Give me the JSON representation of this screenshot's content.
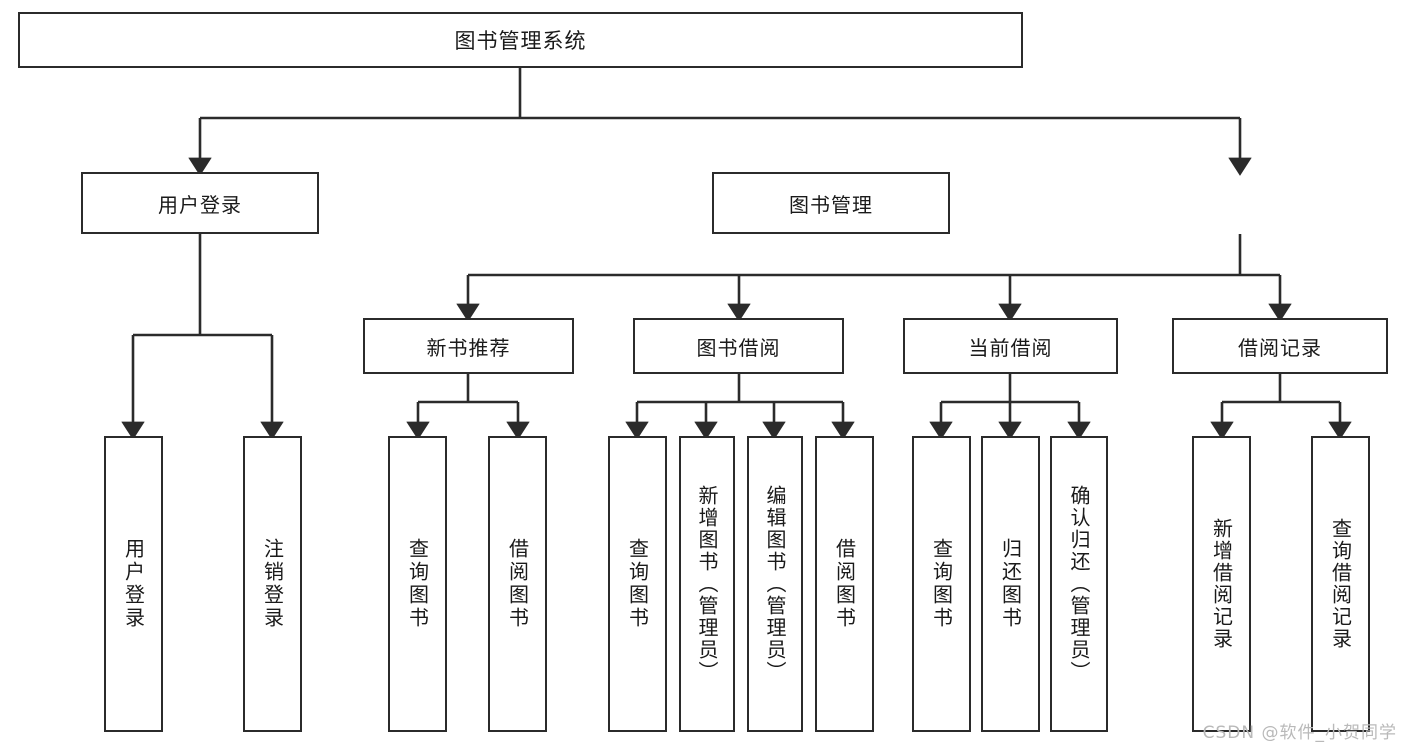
{
  "diagram": {
    "title": "图书管理系统",
    "watermark": "CSDN @软件_小贺同学",
    "colors": {
      "box_border": "#2b2b2b",
      "box_fill": "#ffffff",
      "edge": "#2b2b2b",
      "text": "#1a1a1a",
      "watermark": "#b9b9b9"
    },
    "root": {
      "label": "图书管理系统"
    },
    "level1": [
      {
        "label": "用户登录"
      },
      {
        "label": "图书管理"
      }
    ],
    "level2": [
      {
        "label": "新书推荐"
      },
      {
        "label": "图书借阅"
      },
      {
        "label": "当前借阅"
      },
      {
        "label": "借阅记录"
      }
    ],
    "leaves": {
      "user_login": [
        {
          "label": "用户登录"
        },
        {
          "label": "注销登录"
        }
      ],
      "new_book_recommend": [
        {
          "label": "查询图书"
        },
        {
          "label": "借阅图书"
        }
      ],
      "book_borrow": [
        {
          "label": "查询图书"
        },
        {
          "label": "新增图书（管理员）"
        },
        {
          "label": "编辑图书（管理员）"
        },
        {
          "label": "借阅图书"
        }
      ],
      "current_borrow": [
        {
          "label": "查询图书"
        },
        {
          "label": "归还图书"
        },
        {
          "label": "确认归还（管理员）"
        }
      ],
      "borrow_record": [
        {
          "label": "新增借阅记录"
        },
        {
          "label": "查询借阅记录"
        }
      ]
    }
  },
  "chart_data": {
    "type": "table",
    "title": "图书管理系统 功能结构图",
    "structure": [
      {
        "level": 0,
        "label": "图书管理系统",
        "children": [
          {
            "level": 1,
            "label": "用户登录",
            "children": [
              {
                "level": 2,
                "label": "用户登录",
                "children": []
              },
              {
                "level": 2,
                "label": "注销登录",
                "children": []
              }
            ]
          },
          {
            "level": 1,
            "label": "图书管理",
            "children": [
              {
                "level": 2,
                "label": "新书推荐",
                "children": [
                  {
                    "level": 3,
                    "label": "查询图书"
                  },
                  {
                    "level": 3,
                    "label": "借阅图书"
                  }
                ]
              },
              {
                "level": 2,
                "label": "图书借阅",
                "children": [
                  {
                    "level": 3,
                    "label": "查询图书"
                  },
                  {
                    "level": 3,
                    "label": "新增图书（管理员）"
                  },
                  {
                    "level": 3,
                    "label": "编辑图书（管理员）"
                  },
                  {
                    "level": 3,
                    "label": "借阅图书"
                  }
                ]
              },
              {
                "level": 2,
                "label": "当前借阅",
                "children": [
                  {
                    "level": 3,
                    "label": "查询图书"
                  },
                  {
                    "level": 3,
                    "label": "归还图书"
                  },
                  {
                    "level": 3,
                    "label": "确认归还（管理员）"
                  }
                ]
              },
              {
                "level": 2,
                "label": "借阅记录",
                "children": [
                  {
                    "level": 3,
                    "label": "新增借阅记录"
                  },
                  {
                    "level": 3,
                    "label": "查询借阅记录"
                  }
                ]
              }
            ]
          }
        ]
      }
    ]
  }
}
